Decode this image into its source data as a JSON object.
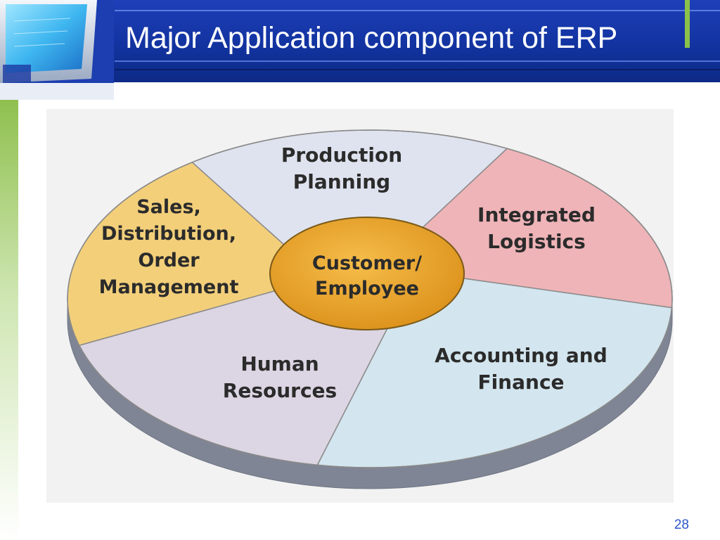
{
  "slide": {
    "title": "Major Application component of ERP",
    "page_number": "28"
  },
  "diagram": {
    "center": {
      "lines": [
        "Customer/",
        "Employee"
      ],
      "color": "#e9a12a"
    },
    "segments": [
      {
        "id": "production-planning",
        "lines": [
          "Production",
          "Planning"
        ],
        "color": "#dfe3ef"
      },
      {
        "id": "integrated-logistics",
        "lines": [
          "Integrated",
          "Logistics"
        ],
        "color": "#efb4b8"
      },
      {
        "id": "accounting-and-finance",
        "lines": [
          "Accounting and",
          "Finance"
        ],
        "color": "#d3e5ee"
      },
      {
        "id": "human-resources",
        "lines": [
          "Human",
          "Resources"
        ],
        "color": "#dcd5e3"
      },
      {
        "id": "sales-distribution-order-management",
        "lines": [
          "Sales,",
          "Distribution,",
          "Order",
          "Management"
        ],
        "color": "#f3cf7a"
      }
    ],
    "colors": {
      "header": "#1233a0",
      "accent": "#8bc34a",
      "text": "#2b2b2b",
      "outline": "#8a8a8a"
    }
  }
}
